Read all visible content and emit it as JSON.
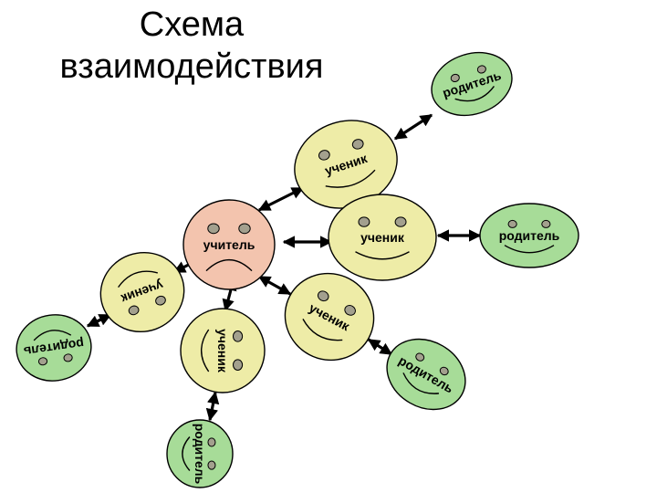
{
  "title": {
    "line1": "Схема",
    "line2": "взаимодействия"
  },
  "colors": {
    "teacher_fill": "#f3c4ae",
    "student_fill": "#eeeca7",
    "parent_fill": "#a7dc98",
    "eye_fill": "#a3a08e",
    "stroke": "#000000"
  },
  "nodes": {
    "teacher": {
      "label": "учитель",
      "expression": "sad"
    },
    "student1": {
      "label": "ученик",
      "expression": "smile"
    },
    "student2": {
      "label": "ученик",
      "expression": "smile"
    },
    "student3": {
      "label": "ученик",
      "expression": "smile"
    },
    "student4": {
      "label": "ученик",
      "expression": "smile"
    },
    "student5": {
      "label": "ученик",
      "expression": "smile"
    },
    "parent1": {
      "label": "родитель",
      "expression": "smile"
    },
    "parent2": {
      "label": "родитель",
      "expression": "smile"
    },
    "parent3": {
      "label": "родитель",
      "expression": "smile"
    },
    "parent4": {
      "label": "родитель",
      "expression": "smile"
    },
    "parent5": {
      "label": "родитель",
      "expression": "smile"
    }
  },
  "edges": [
    {
      "from": "teacher",
      "to": "student1",
      "type": "bidirectional"
    },
    {
      "from": "teacher",
      "to": "student2",
      "type": "bidirectional"
    },
    {
      "from": "teacher",
      "to": "student3",
      "type": "bidirectional"
    },
    {
      "from": "teacher",
      "to": "student4",
      "type": "bidirectional"
    },
    {
      "from": "teacher",
      "to": "student5",
      "type": "bidirectional"
    },
    {
      "from": "student1",
      "to": "parent1",
      "type": "bidirectional"
    },
    {
      "from": "student2",
      "to": "parent2",
      "type": "bidirectional"
    },
    {
      "from": "student3",
      "to": "parent3",
      "type": "bidirectional"
    },
    {
      "from": "student4",
      "to": "parent4",
      "type": "bidirectional"
    },
    {
      "from": "student5",
      "to": "parent5",
      "type": "bidirectional"
    }
  ]
}
